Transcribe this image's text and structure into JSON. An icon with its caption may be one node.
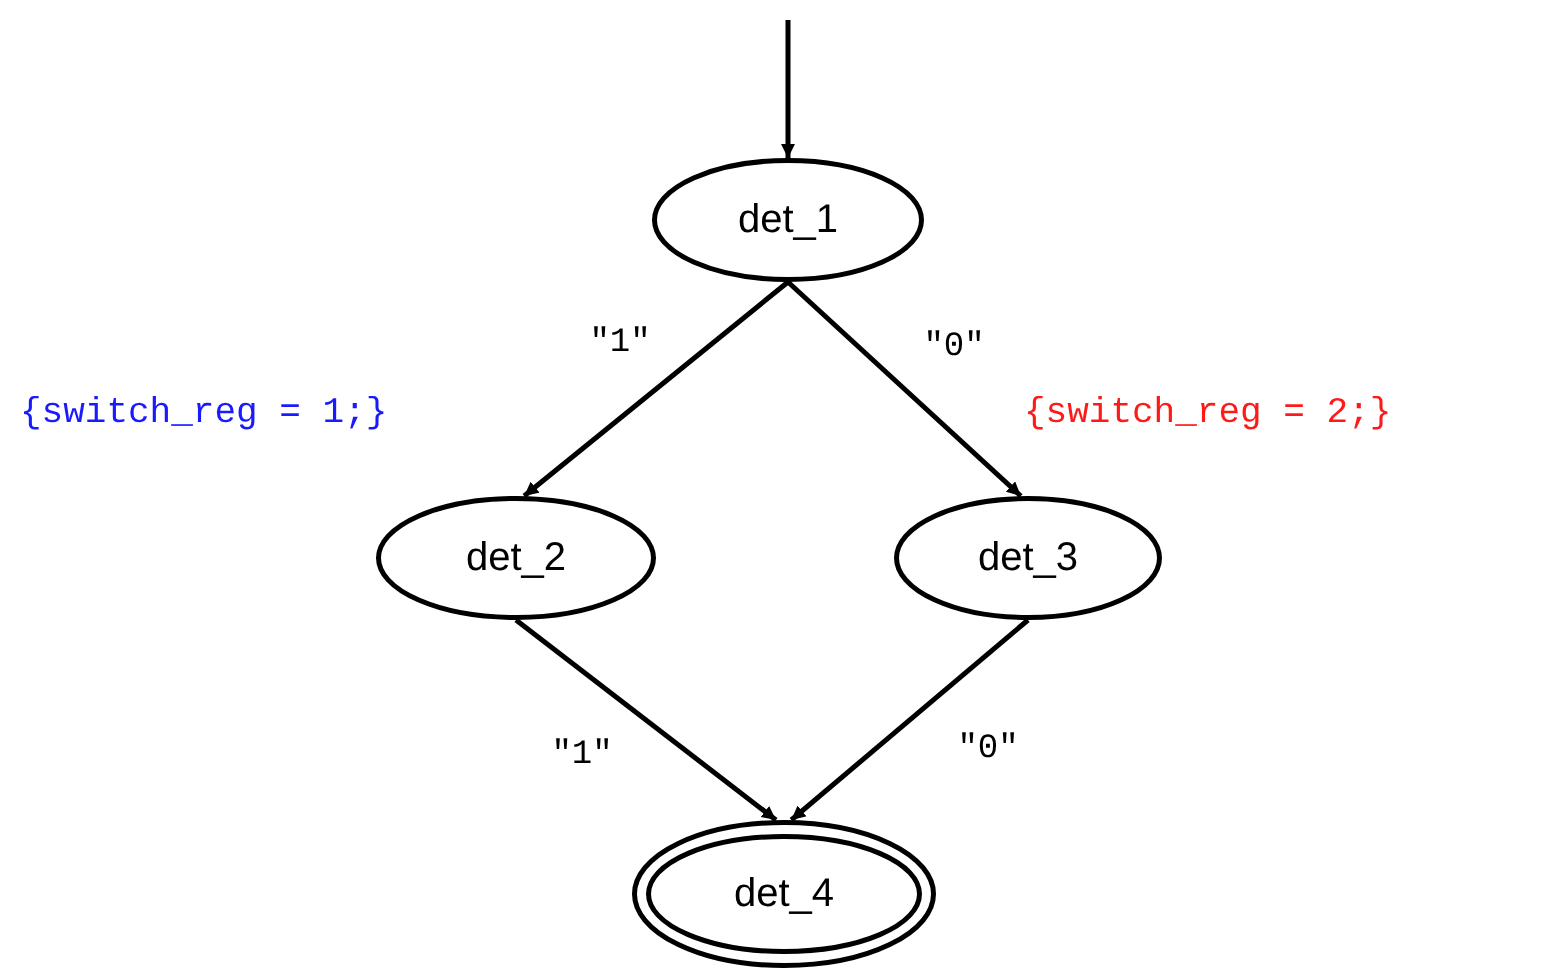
{
  "diagram": {
    "nodes": [
      {
        "text": [
          "det_1"
        ]
      },
      {
        "text": [
          "det_2"
        ]
      },
      {
        "text": [
          "det_3"
        ]
      },
      {
        "text": [
          "det_4"
        ]
      }
    ],
    "edges": [
      {
        "from": null,
        "to": 0,
        "arrow": "to"
      },
      {
        "from": 0,
        "to": 1,
        "arrow": "to",
        "label": "\"1\""
      },
      {
        "from": 0,
        "to": 2,
        "arrow": "to",
        "label": "\"0\""
      },
      {
        "from": 1,
        "to": 3,
        "arrow": "to",
        "label": "\"1\""
      },
      {
        "from": 2,
        "to": 3,
        "arrow": "to",
        "label": "\"0\""
      }
    ],
    "labels": [
      "{switch_reg = 1;}",
      "{switch_reg = 2;}"
    ]
  }
}
